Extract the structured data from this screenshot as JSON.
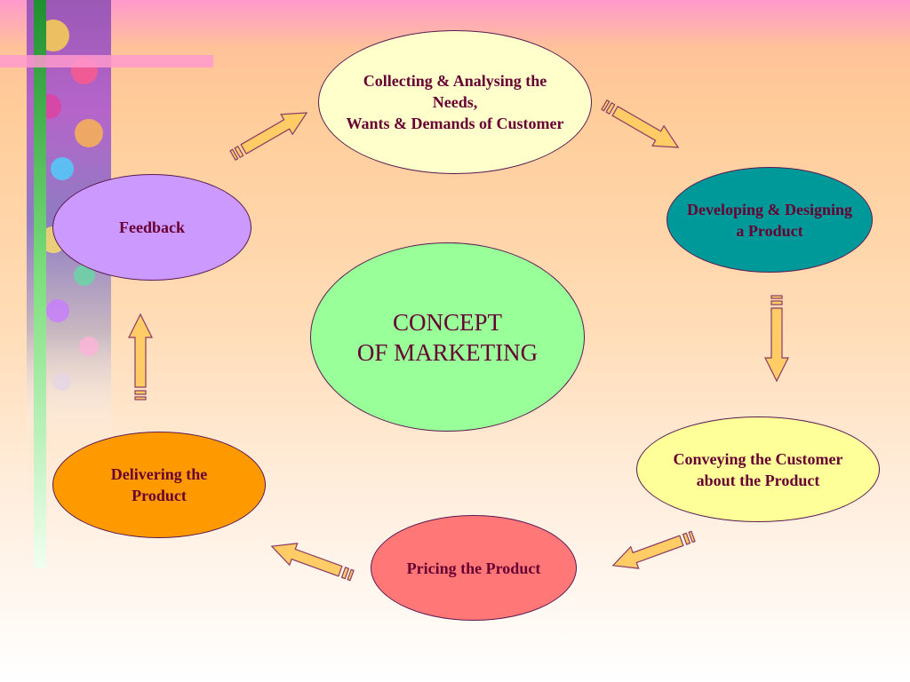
{
  "diagram": {
    "center": {
      "text": "CONCEPT\nOF MARKETING",
      "color": "#99ff99"
    },
    "nodes": [
      {
        "id": "collecting",
        "text": "Collecting & Analysing the\nNeeds,\nWants & Demands of Customer",
        "color": "#ffffcc"
      },
      {
        "id": "developing",
        "text": "Developing & Designing\na Product",
        "color": "#009999"
      },
      {
        "id": "conveying",
        "text": "Conveying the Customer\nabout the Product",
        "color": "#ffff99"
      },
      {
        "id": "pricing",
        "text": "Pricing the Product",
        "color": "#ff7777"
      },
      {
        "id": "delivering",
        "text": "Delivering the\nProduct",
        "color": "#ff9900"
      },
      {
        "id": "feedback",
        "text": "Feedback",
        "color": "#cc99ff"
      }
    ],
    "arrow_color": "#ffcc66",
    "arrow_outline": "#8b3a62",
    "text_color": "#660033"
  }
}
